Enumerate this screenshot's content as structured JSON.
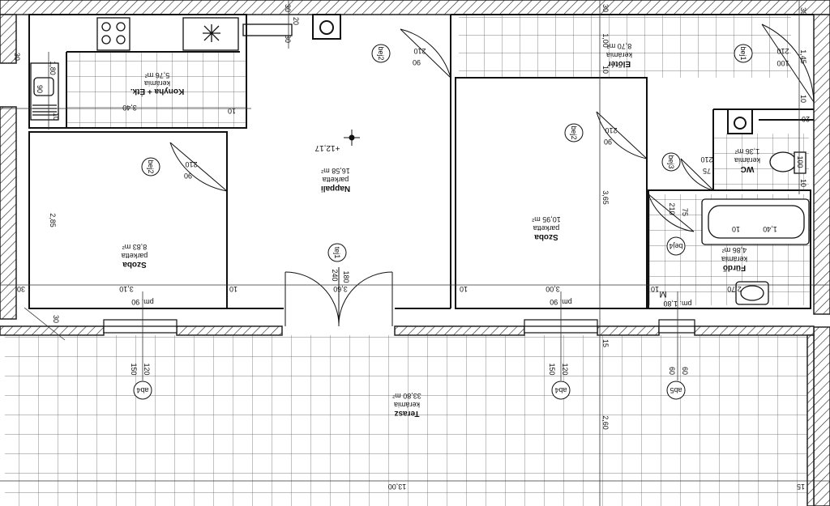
{
  "rooms": {
    "konyha": {
      "name": "Konyha + Étk.",
      "floor": "kerámia",
      "area": "5,76 m²"
    },
    "nappali": {
      "name": "Nappali",
      "floor": "parketta",
      "area": "16,58 m²"
    },
    "szoba_left": {
      "name": "Szoba",
      "floor": "parketta",
      "area": "8,83 m²"
    },
    "szoba_right": {
      "name": "Szoba",
      "floor": "parketta",
      "area": "10,95 m²"
    },
    "eloter": {
      "name": "Előtér",
      "floor": "kerámia",
      "area": "8,70 m²"
    },
    "wc": {
      "name": "WC",
      "floor": "kerámia",
      "area": "1,36 m²"
    },
    "furdo": {
      "name": "Fürdő",
      "floor": "kerámia",
      "area": "4,86 m²"
    },
    "terasz": {
      "name": "Terasz",
      "floor": "kerámia",
      "area": "33,80 m²"
    }
  },
  "elevation": "+12,17",
  "door_tags": [
    "bej1",
    "bej2",
    "bej2",
    "bej2",
    "bej3",
    "bej4",
    "tej1"
  ],
  "window_tags": [
    "ab4",
    "ab4",
    "ab5"
  ],
  "dimensions": {
    "d_30_tl": "30",
    "d_1_80": "1,80",
    "d_90_left": "90",
    "d_3_40": "3,40",
    "d_10_kitchen": "10",
    "d_30_top": "30",
    "d_20": "20",
    "d_30_top2": "30",
    "d_210_a": "210",
    "d_90_a": "90",
    "d_30_top3": "30",
    "d_1_00": "1,00",
    "d_10_e": "10",
    "d_210_b": "210",
    "d_100": "100",
    "d_1_45": "1,45",
    "d_30_tr": "30",
    "d_10_wc": "10",
    "d_20_wc": "20",
    "d_210_szoba": "210",
    "d_90_szoba": "90",
    "d_210_c": "210",
    "d_90_c": "90",
    "d_75": "75",
    "d_210_d": "210",
    "d_100_wc": "100",
    "d_10_wc2": "10",
    "d_2_85": "2,85",
    "d_3_65": "3,65",
    "d_210_f": "210",
    "d_75_f": "75",
    "d_10_f": "10",
    "d_1_40": "1,40",
    "d_240": "240",
    "d_180": "180",
    "d_3_60": "3,60",
    "d_30_l": "30",
    "d_3_10": "3,10",
    "d_10_b": "10",
    "d_10_c": "10",
    "d_3_00": "3,00",
    "d_10_d": "10",
    "d_2_70": "2,70",
    "d_10_r": "10",
    "d_pm90_a": "pm. 90",
    "d_pm90_b": "pm. 90",
    "d_pm180": "pm. 1,80",
    "d_M": "M",
    "d_30_bl": "30",
    "d_150_a": "150",
    "d_120_a": "120",
    "d_150_b": "150",
    "d_120_b": "120",
    "d_60_a": "60",
    "d_60_b": "60",
    "d_15_a": "15",
    "d_2_60": "2,60",
    "d_13_00": "13,00",
    "d_15_b": "15"
  }
}
